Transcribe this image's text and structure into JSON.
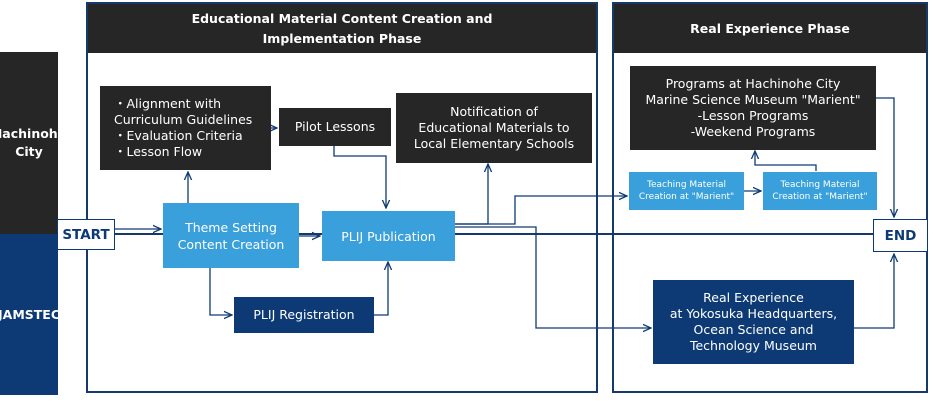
{
  "rows": {
    "hachinohe": "Hachinohe\nCity",
    "jamstec": "JAMSTEC"
  },
  "phases": {
    "creation_title": "Educational Material Content Creation and\nImplementation Phase",
    "real_title": "Real Experience Phase"
  },
  "terminals": {
    "start": "START",
    "end": "END"
  },
  "boxes": {
    "guidelines": [
      "・Alignment with",
      "Curriculum Guidelines",
      "・Evaluation Criteria",
      "・Lesson Flow"
    ],
    "pilot_lessons": "Pilot Lessons",
    "notification": "Notification of\nEducational Materials to\nLocal Elementary Schools",
    "theme_setting": "Theme Setting\nContent Creation",
    "plij_publication": "PLIJ Publication",
    "plij_registration": "PLIJ Registration",
    "programs_marient": "Programs at Hachinohe City\nMarine Science Museum \"Marient\"\n-Lesson Programs\n-Weekend Programs",
    "teaching_material_1": "Teaching Material\nCreation at \"Marient\"",
    "teaching_material_2": "Teaching Material\nCreation at \"Marient\"",
    "real_experience": "Real Experience\nat Yokosuka Headquarters,\nOcean Science and\nTechnology Museum"
  },
  "colors": {
    "hachinohe_band": "#262626",
    "jamstec_band": "#0d3a74",
    "dark_box": "#262626",
    "light_box": "#39a0dc",
    "navy_box": "#0d3a74",
    "frame": "#16396b",
    "arrow": "#0d3a74"
  }
}
